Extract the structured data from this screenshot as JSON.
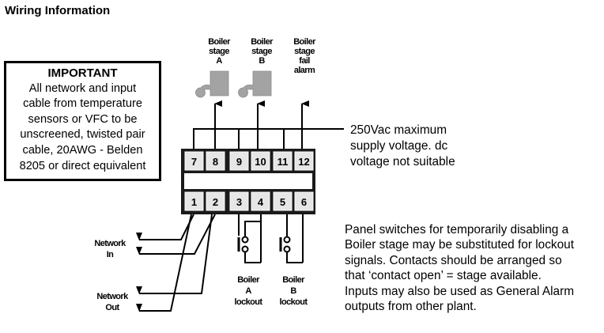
{
  "title": "Wiring Information",
  "important": {
    "heading": "IMPORTANT",
    "lines": [
      "All network and input",
      "cable from temperature",
      "sensors or VFC to be",
      "unscreened, twisted pair",
      "cable, 20AWG - Belden",
      "8205 or direct equivalent"
    ]
  },
  "outputs": [
    {
      "lines": [
        "Boiler",
        "stage",
        "A"
      ],
      "icon": "relay-icon"
    },
    {
      "lines": [
        "Boiler",
        "stage",
        "B"
      ],
      "icon": "relay-icon"
    },
    {
      "lines": [
        "Boiler",
        "stage",
        "fail",
        "alarm"
      ],
      "icon": null
    }
  ],
  "terminals": {
    "top": [
      "7",
      "8",
      "9",
      "10",
      "11",
      "12"
    ],
    "bottom": [
      "1",
      "2",
      "3",
      "4",
      "5",
      "6"
    ]
  },
  "network": {
    "in": [
      "Network",
      "In"
    ],
    "out": [
      "Network",
      "Out"
    ]
  },
  "lockouts": [
    {
      "lines": [
        "Boiler",
        "A",
        "lockout"
      ]
    },
    {
      "lines": [
        "Boiler",
        "B",
        "lockout"
      ]
    }
  ],
  "supply_note": {
    "lines": [
      "250Vac maximum",
      "supply voltage. dc",
      "voltage not suitable"
    ]
  },
  "panel_note": {
    "lines": [
      "Panel switches for temporarily disabling a",
      "Boiler stage may be substituted for lockout",
      "signals. Contacts should be arranged so",
      "that ‘contact open’ = stage available.",
      "Inputs may also be used as General Alarm",
      "outputs from other plant."
    ]
  },
  "colors": {
    "relay_fill": "#a3a3a3",
    "terminal_fill": "#e6e6e6",
    "block_fill": "#1a1a1a"
  }
}
